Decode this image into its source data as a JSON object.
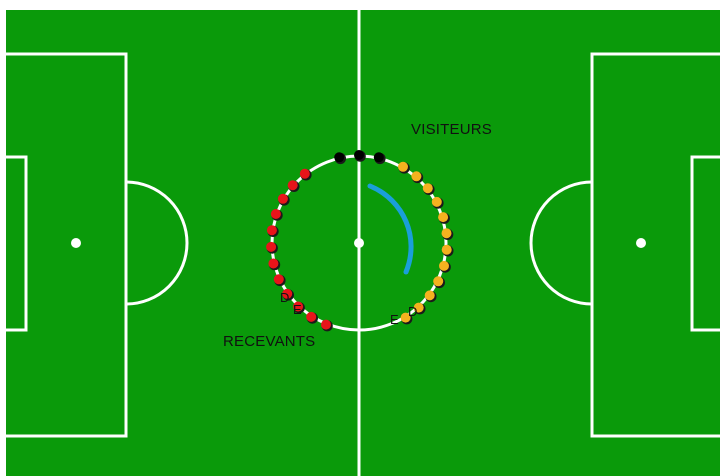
{
  "labels": {
    "visitors": "VISITEURS",
    "home": "RECEVANTS",
    "home_d": "D",
    "home_e": "E",
    "visitors_e": "E",
    "visitors_d": "D"
  },
  "players": {
    "home_count": 12,
    "visitors_count": 12,
    "referee_count": 3
  },
  "colors": {
    "pitch": "#0a9a0a",
    "lines": "#ffffff",
    "home": "#e8141a",
    "visitors": "#f4b21f",
    "referee": "#000000",
    "arrow": "#1a9fd9"
  }
}
